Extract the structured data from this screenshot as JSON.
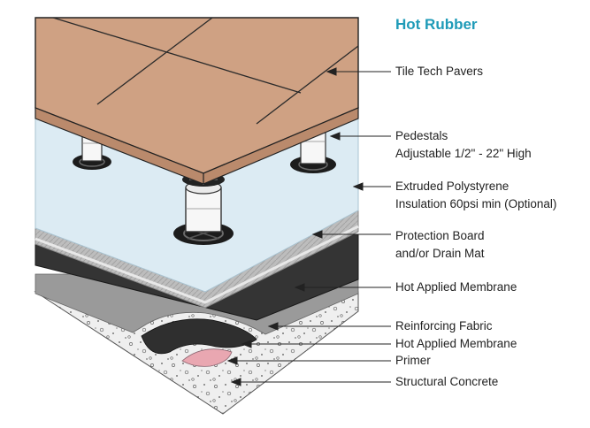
{
  "title": "Hot Rubber",
  "colors": {
    "title": "#1f9bb8",
    "pavers": "#cfa183",
    "insulation": "#dcebf3",
    "protection_board": "#bdbdbd",
    "membrane": "#343434",
    "reinforcing_fabric": "#9a9a9a",
    "primer": "#e9a7b1",
    "concrete": "#efefef"
  },
  "labels": {
    "pavers": {
      "lines": [
        "Tile Tech Pavers"
      ]
    },
    "pedestals": {
      "lines": [
        "Pedestals",
        "Adjustable 1/2\" - 22\" High"
      ]
    },
    "insulation": {
      "lines": [
        "Extruded Polystyrene",
        "Insulation 60psi min (Optional)"
      ]
    },
    "protection": {
      "lines": [
        "Protection Board",
        "and/or Drain Mat"
      ]
    },
    "membrane_top": {
      "lines": [
        "Hot Applied Membrane"
      ]
    },
    "fabric": {
      "lines": [
        "Reinforcing Fabric"
      ]
    },
    "membrane_bottom": {
      "lines": [
        "Hot Applied Membrane"
      ]
    },
    "primer": {
      "lines": [
        "Primer"
      ]
    },
    "concrete": {
      "lines": [
        "Structural Concrete"
      ]
    }
  }
}
